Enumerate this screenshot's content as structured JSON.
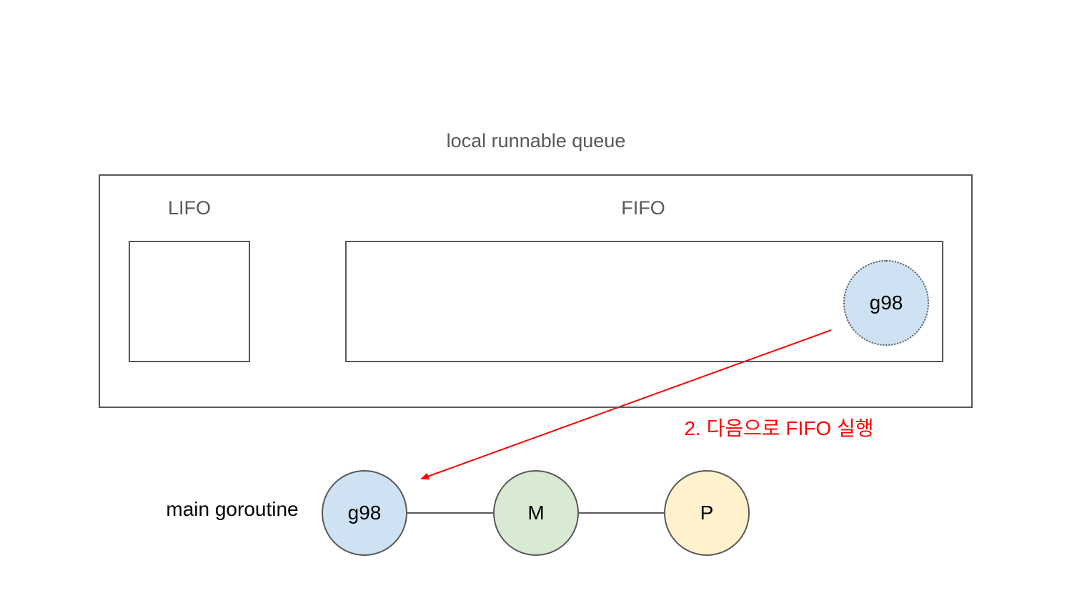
{
  "diagram": {
    "title": "local runnable queue",
    "lifo_label": "LIFO",
    "fifo_label": "FIFO",
    "queued_goroutine": "g98",
    "main_goroutine_label": "main goroutine",
    "step_label": "2. 다음으로 FIFO 실행",
    "nodes": {
      "g": "g98",
      "m": "M",
      "p": "P"
    },
    "colors": {
      "goroutine": "#cfe2f3",
      "machine": "#d9ead3",
      "processor": "#fff2cc",
      "arrow": "#ff0000",
      "outline": "#595959"
    }
  }
}
